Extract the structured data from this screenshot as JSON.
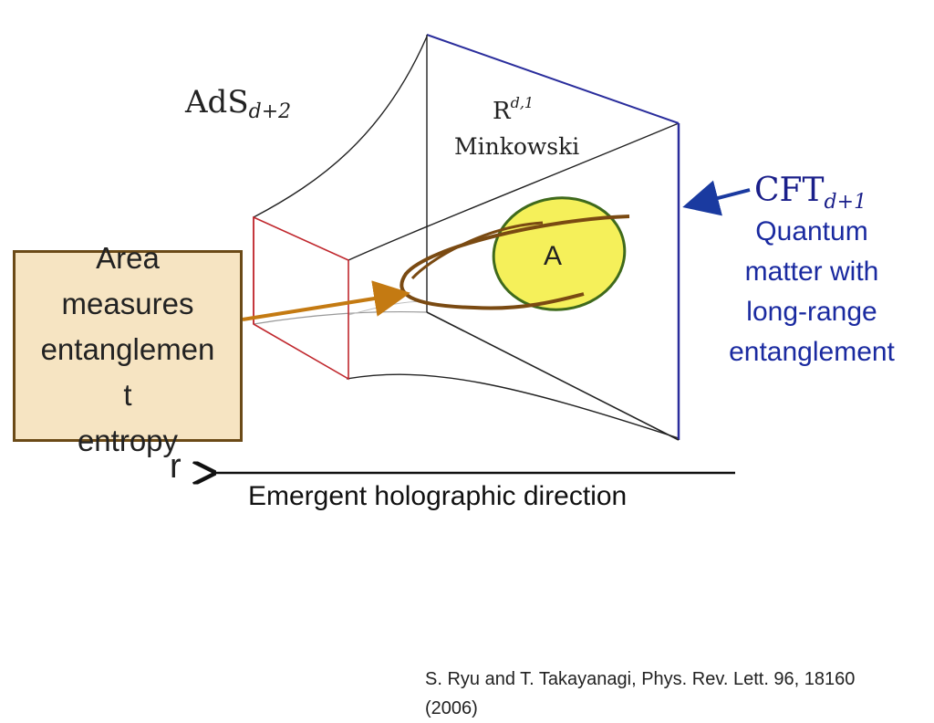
{
  "labels": {
    "ads_main": "AdS",
    "ads_sub": "d+2",
    "rd_main": "R",
    "rd_sup": "d,1",
    "minkowski": "Minkowski",
    "cft_main": "CFT",
    "cft_sub": "d+1",
    "region": "A",
    "r_axis": "r"
  },
  "area_box": {
    "text": "Area\nmeasures\nentanglemen\nt\nentropy"
  },
  "quantum_text": "Quantum\nmatter with\nlong-range\nentanglement",
  "emergent_direction": "Emergent holographic direction",
  "citation": "S. Ryu and T.  Takayanagi, Phys. Rev. Lett. 96, 18160 (2006)",
  "colors": {
    "boundary_plane": "#2a2d9c",
    "cutoff_square": "#c0272d",
    "surface_lines": "#222222",
    "region_fill": "#f5f05a",
    "region_edge": "#3f6a1c",
    "minimal_surface": "#7a4a12",
    "pointer_arrow": "#c47a12",
    "cft_arrow": "#1a3aa0",
    "area_box_fill": "#f6e4c2",
    "area_box_border": "#6b4a17"
  }
}
